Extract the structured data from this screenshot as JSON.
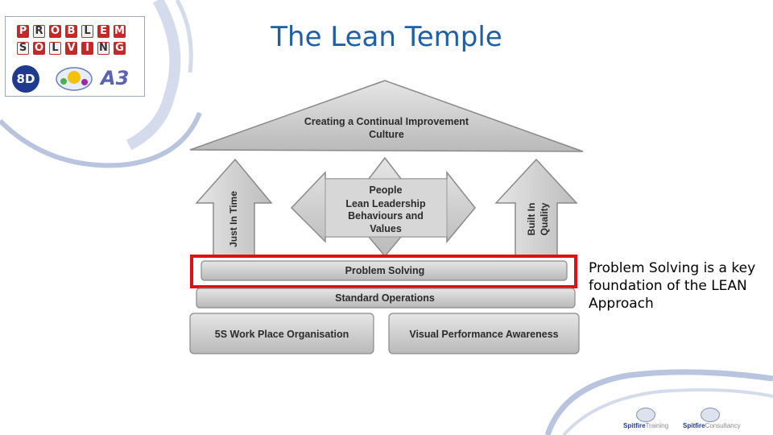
{
  "slide": {
    "title": "The Lean Temple",
    "note": "Problem Solving is a key foundation of the LEAN Approach"
  },
  "logo": {
    "problem_row1": [
      "P",
      "R",
      "O",
      "B",
      "L",
      "E",
      "M"
    ],
    "problem_row2": [
      "S",
      "O",
      "L",
      "V",
      "I",
      "N",
      "G"
    ],
    "badge_8d": "8D",
    "badge_a3": "A3"
  },
  "temple": {
    "roof": [
      "Creating a Continual Improvement",
      "Culture"
    ],
    "left_pillar": "Just In Time",
    "right_pillar": [
      "Built In",
      "Quality"
    ],
    "center": [
      "People",
      "Lean Leadership",
      "Behaviours and",
      "Values"
    ],
    "problem_solving": "Problem Solving",
    "standard_operations": "Standard Operations",
    "base_left": "5S Work Place Organisation",
    "base_right": "Visual Performance Awareness"
  },
  "colors": {
    "title": "#1f5fa8",
    "highlight": "#e01010",
    "temple_fill": "#c9c9c9",
    "swoosh": "#7f95c2"
  },
  "footer": {
    "logo1_bold": "Spitfire",
    "logo1_light": "Training",
    "logo2_bold": "Spitfire",
    "logo2_light": "Consultancy"
  }
}
